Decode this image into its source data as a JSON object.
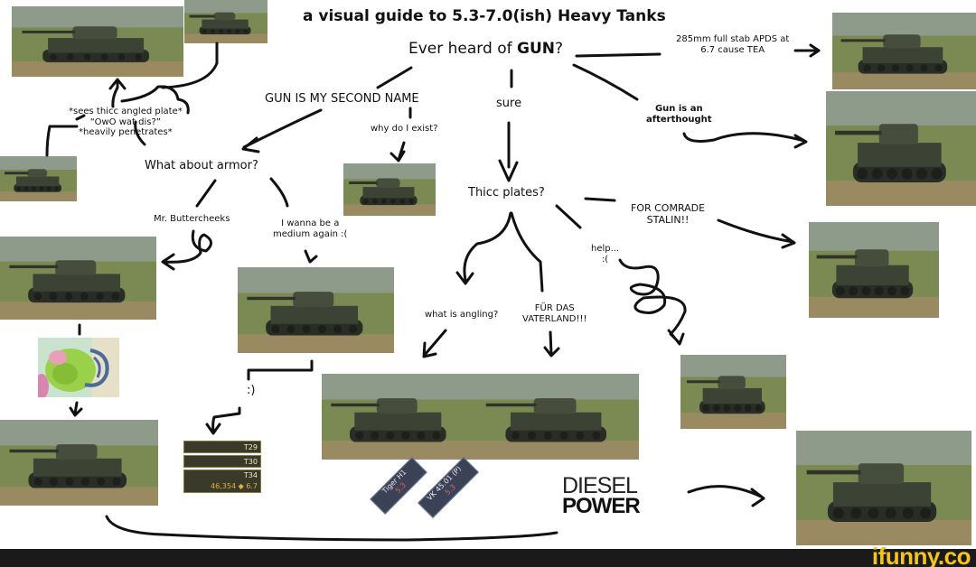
{
  "title": "a visual guide to 5.3-7.0(ish) Heavy Tanks",
  "question_gun_prefix": "Ever heard of ",
  "question_gun_word": "GUN",
  "question_gun_suffix": "?",
  "labels": {
    "apds": "285mm full stab APDS at\n6.7 cause TEA",
    "gun_afterthought": "Gun is an\nafterthought",
    "gun_second_name": "GUN IS MY SECOND NAME",
    "sure": "sure",
    "why_exist": "why do I exist?",
    "thicc_angled": "*sees thicc angled plate*\n“OwO wat dis?”\n*heavily penetrates*",
    "what_about_armor": "What about armor?",
    "mr_buttercheeks": "Mr. Buttercheeks",
    "medium_again": "I wanna be a\nmedium again :(",
    "thicc_plates": "Thicc plates?",
    "comrade_stalin": "FOR COMRADE\nSTALIN!!",
    "help": "help...\n:(",
    "what_is_angling": "what is angling?",
    "fur_das": "FÜR DAS\nVATERLAND!!!",
    "smiley": ":)",
    "diesel_1": "DIESEL",
    "diesel_2": "POWER"
  },
  "tank_cards": [
    "T29",
    "T30",
    "T34"
  ],
  "tank_card_stats": "46,354 ◆  6.7",
  "diamond_cards": [
    "Tiger H1",
    "VK 45.01 (P)"
  ],
  "diamond_stats": [
    "5.3",
    "5.3"
  ],
  "watermark": "ifunny.co",
  "colors": {
    "ink": "#111111",
    "grass": "#7a8a52",
    "tank": "#3c4234",
    "watermark": "#f7c51a",
    "footer": "#1a1a1a"
  }
}
